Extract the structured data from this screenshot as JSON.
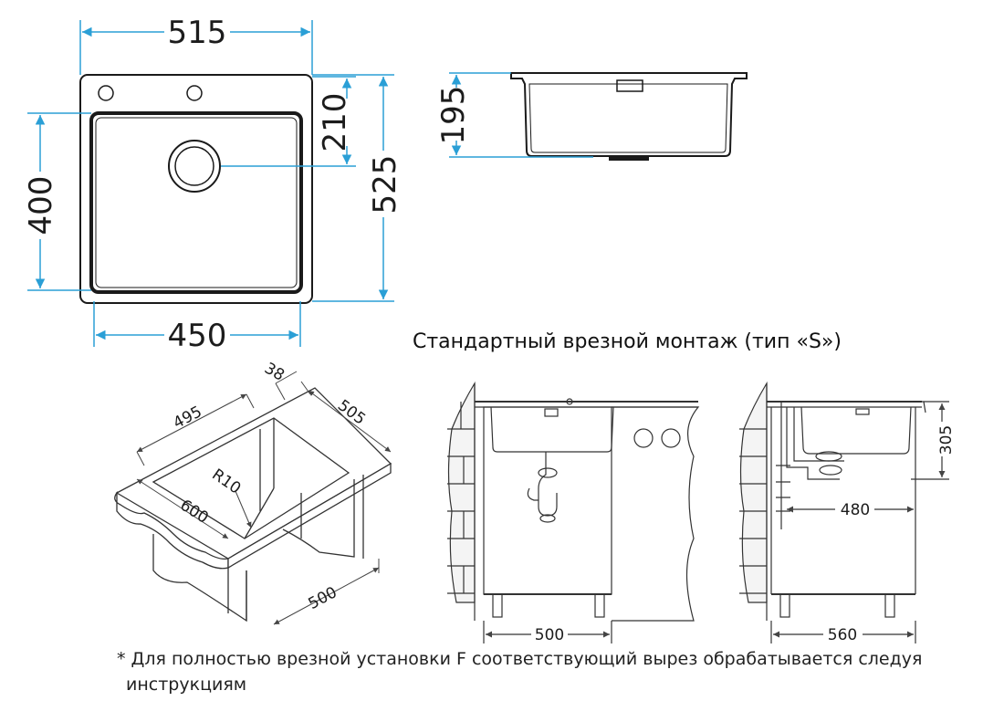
{
  "colors": {
    "dimension_line": "#2a9fd6",
    "outline": "#1a1a1a",
    "thin_line": "#555555",
    "text": "#111111"
  },
  "top_view": {
    "width_outer": "515",
    "width_bowl": "450",
    "height_bowl": "400",
    "height_outer": "525",
    "drain_offset": "210"
  },
  "side_view": {
    "depth": "195"
  },
  "caption": "Стандартный врезной монтаж (тип «S»)",
  "cutout_view": {
    "edge_depth": "38",
    "cutout_length": "495",
    "cutout_width": "505",
    "corner_radius": "R10",
    "countertop_width": "600",
    "cabinet_depth": "500"
  },
  "cabinet_front": {
    "cabinet_width": "500"
  },
  "cabinet_side": {
    "height": "305",
    "drain_distance": "480",
    "cabinet_width": "560"
  },
  "footnote": {
    "line1": "* Для полностью врезной установки F соответствующий вырез обрабатывается следуя",
    "line2": "инструкциям"
  }
}
